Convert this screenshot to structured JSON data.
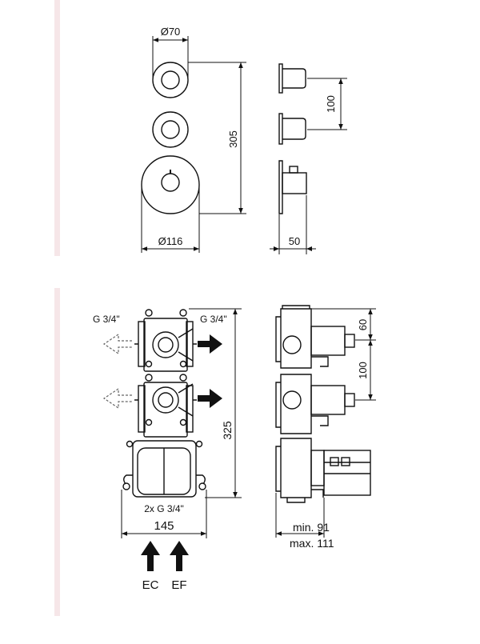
{
  "colors": {
    "margin_stripe": "#f6e6e8",
    "line": "#111111",
    "background": "#ffffff"
  },
  "top_view": {
    "dim_top_diameter": "Ø70",
    "dim_height": "305",
    "dim_bottom_diameter": "Ø116",
    "dim_spacing": "100",
    "dim_depth": "50"
  },
  "bottom_view": {
    "label_inlet_left": "G 3/4\"",
    "label_outlet_right": "G 3/4\"",
    "label_height": "325",
    "label_bottom_connections": "2x G 3/4\"",
    "label_width": "145",
    "label_side_top": "60",
    "label_side_spacing": "100",
    "label_min_depth": "min. 91",
    "label_max_depth": "max. 111",
    "label_ec": "EC",
    "label_ef": "EF"
  }
}
